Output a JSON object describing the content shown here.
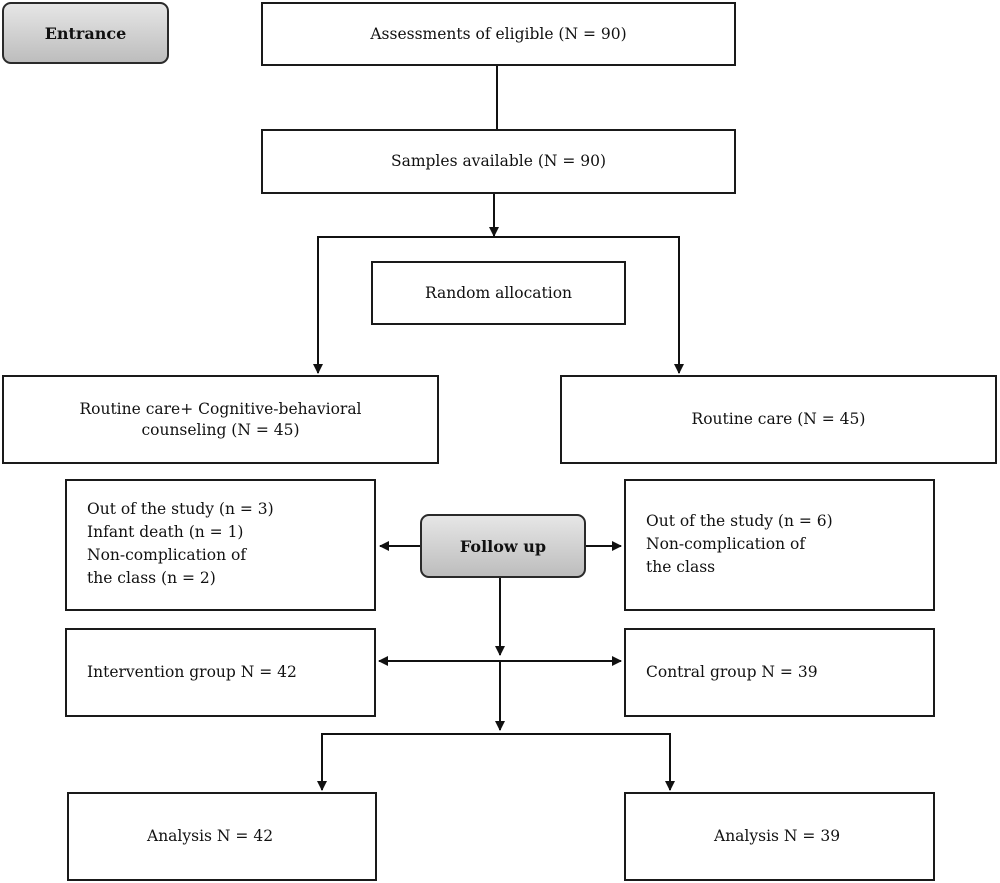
{
  "stage_labels": {
    "entrance": "Entrance",
    "follow_up": "Follow up"
  },
  "boxes": {
    "assessments": "Assessments of eligible (N = 90)",
    "samples": "Samples available (N = 90)",
    "random_allocation": "Random allocation",
    "intervention_arm": [
      "Routine care+ Cognitive-behavioral",
      "counseling (N = 45)"
    ],
    "control_arm": "Routine care (N = 45)",
    "intervention_losses": [
      "Out of the study (n = 3)",
      "Infant death (n = 1)",
      "Non-complication of",
      "the class (n = 2)"
    ],
    "control_losses": [
      "Out of the study (n = 6)",
      "Non-complication of",
      "the class"
    ],
    "intervention_group": "Intervention group N = 42",
    "control_group": "Contral group N = 39",
    "analysis_intervention": "Analysis N = 42",
    "analysis_control": "Analysis N = 39"
  }
}
